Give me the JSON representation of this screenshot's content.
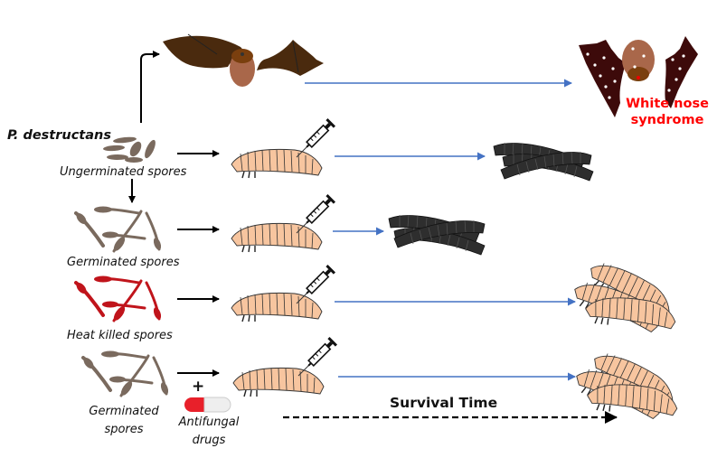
{
  "diagram": {
    "pathogen_label": "P. destructans",
    "groups": [
      {
        "id": "ungerminated",
        "label": "Ungerminated spores",
        "spore_color": "#7a6a5e",
        "outcome": "dead-larvae"
      },
      {
        "id": "germinated",
        "label": "Germinated spores",
        "spore_color": "#7a6a5e",
        "outcome": "dead-larvae"
      },
      {
        "id": "heat-killed",
        "label": "Heat killed spores",
        "spore_color": "#c0141b",
        "outcome": "live-larvae"
      },
      {
        "id": "germinated-drugs",
        "label_line1": "Germinated",
        "label_line2": "spores",
        "outcome": "live-larvae"
      }
    ],
    "drug": {
      "plus": "+",
      "label_line1": "Antifungal",
      "label_line2": "drugs"
    },
    "bat_outcome": {
      "line1": "White nose",
      "line2": "syndrome"
    },
    "axis": {
      "label": "Survival Time"
    },
    "colors": {
      "arrow_black": "#000000",
      "arrow_blue": "#4472c4",
      "larva_fill": "#f7c59f",
      "dead_larva_fill": "#2e2e2e",
      "bat_wing": "#4a2a0e",
      "bat_body": "#a9674a",
      "sick_bat_wing": "#3d0a0a",
      "wns_text": "#ff0000",
      "pill_red": "#e8202a",
      "pill_white": "#eeeeee"
    }
  }
}
